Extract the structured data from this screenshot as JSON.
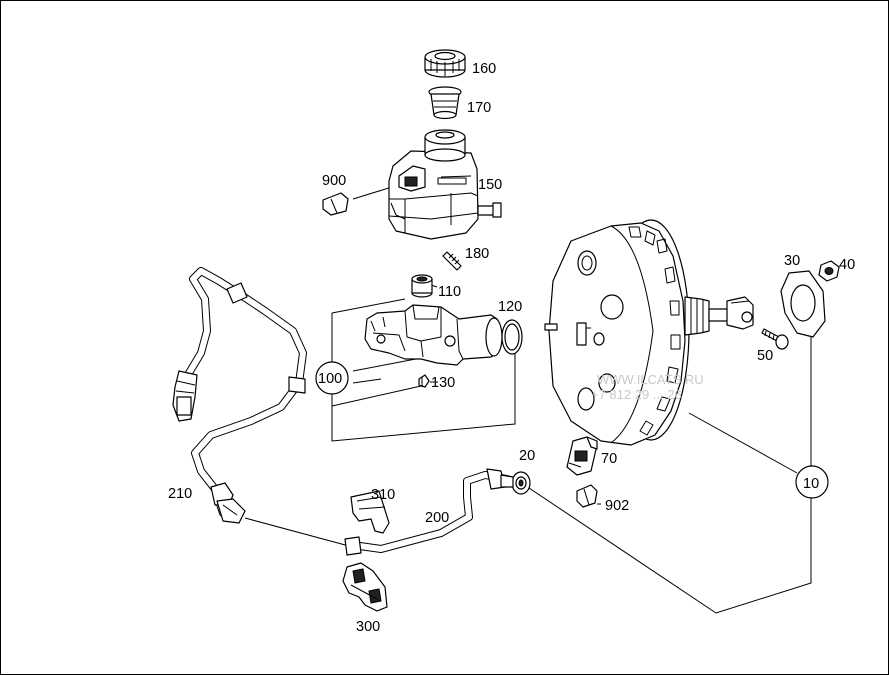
{
  "diagram": {
    "part_numbers": {
      "p10": "10",
      "p20": "20",
      "p30": "30",
      "p40": "40",
      "p50": "50",
      "p70": "70",
      "p100": "100",
      "p110": "110",
      "p120": "120",
      "p130": "130",
      "p150": "150",
      "p160": "160",
      "p170": "170",
      "p180": "180",
      "p200": "200",
      "p210": "210",
      "p300": "300",
      "p310": "310",
      "p900": "900",
      "p902": "902"
    },
    "watermark": {
      "line1": "WWW.ILCATS.RU",
      "line2": "+7 812 29 ... 26"
    }
  }
}
